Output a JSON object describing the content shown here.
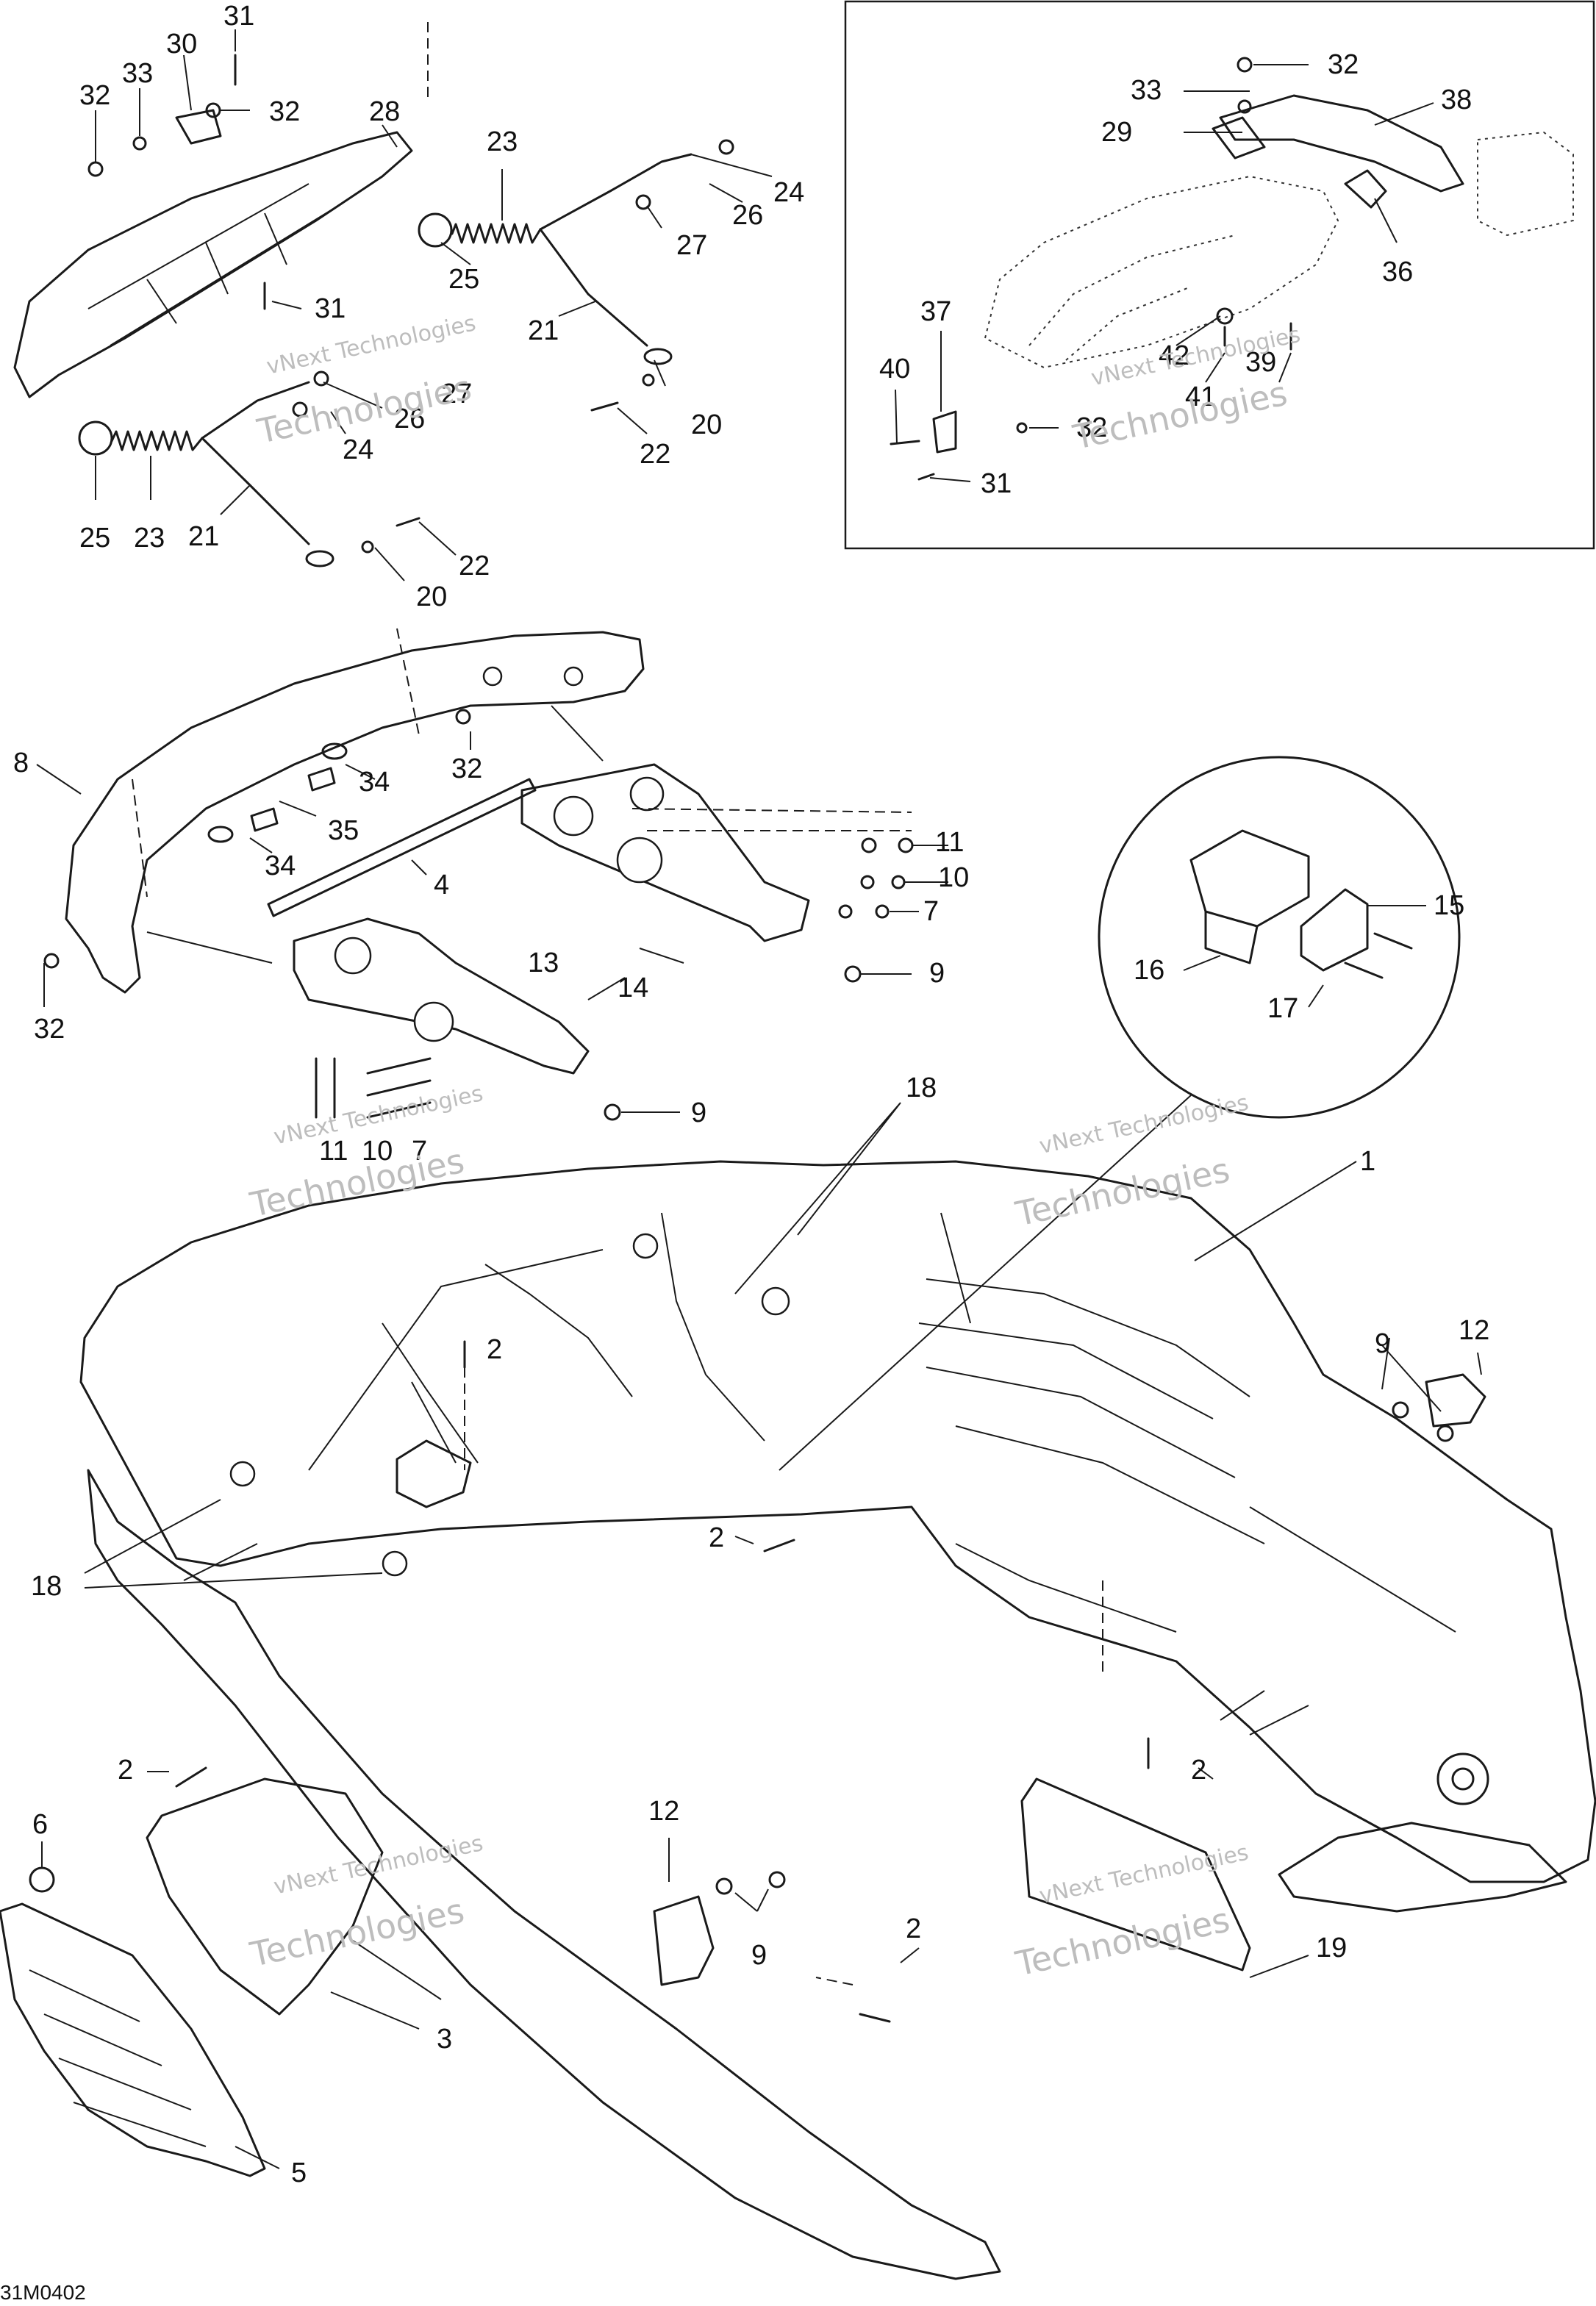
{
  "diagram": {
    "drawing_code": "31M0402",
    "watermark": {
      "line1": "vNext Technologies",
      "line2": "vNext",
      "line3": "Technologies"
    },
    "callouts": {
      "c1": "1",
      "c2a": "2",
      "c2b": "2",
      "c2c": "2",
      "c2d": "2",
      "c2e": "2",
      "c3": "3",
      "c4": "4",
      "c5": "5",
      "c6": "6",
      "c7a": "7",
      "c7b": "7",
      "c8": "8",
      "c9a": "9",
      "c9b": "9",
      "c9c": "9",
      "c9d": "9",
      "c10a": "10",
      "c10b": "10",
      "c11a": "11",
      "c11b": "11",
      "c12a": "12",
      "c12b": "12",
      "c13": "13",
      "c14": "14",
      "c15": "15",
      "c16": "16",
      "c17": "17",
      "c18a": "18",
      "c18b": "18",
      "c19": "19",
      "c20a": "20",
      "c20b": "20",
      "c21a": "21",
      "c21b": "21",
      "c22a": "22",
      "c22b": "22",
      "c23a": "23",
      "c23b": "23",
      "c24a": "24",
      "c24b": "24",
      "c25a": "25",
      "c25b": "25",
      "c26a": "26",
      "c26b": "26",
      "c27a": "27",
      "c27b": "27",
      "c28": "28",
      "c29": "29",
      "c30": "30",
      "c31a": "31",
      "c31b": "31",
      "c31c": "31",
      "c32a": "32",
      "c32b": "32",
      "c32c": "32",
      "c32d": "32",
      "c32e": "32",
      "c32f": "32",
      "c33a": "33",
      "c33b": "33",
      "c34a": "34",
      "c34b": "34",
      "c35": "35",
      "c36": "36",
      "c37": "37",
      "c38": "38",
      "c39": "39",
      "c40": "40",
      "c41": "41",
      "c42": "42"
    }
  }
}
